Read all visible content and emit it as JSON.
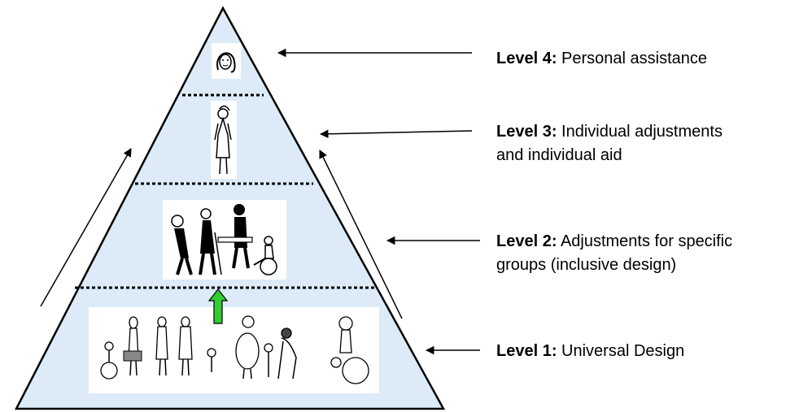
{
  "levels": [
    {
      "name": "Level 4:",
      "lines": [
        "Personal assistance"
      ]
    },
    {
      "name": "Level 3:",
      "lines": [
        "Individual adjustments",
        "and individual aid"
      ]
    },
    {
      "name": "Level 2:",
      "lines": [
        "Adjustments for specific",
        "groups (inclusive design)"
      ]
    },
    {
      "name": "Level 1:",
      "lines": [
        "Universal Design"
      ]
    }
  ],
  "colors": {
    "pyramid_fill": "#dcebf7",
    "outline": "#000000",
    "up_arrow": "#33cc33",
    "panel": "#ffffff"
  },
  "icons": {
    "level4": "person-portrait-icon",
    "level3": "standing-person-icon",
    "level2": "disability-groups-icon",
    "level1": "diverse-people-icon"
  }
}
